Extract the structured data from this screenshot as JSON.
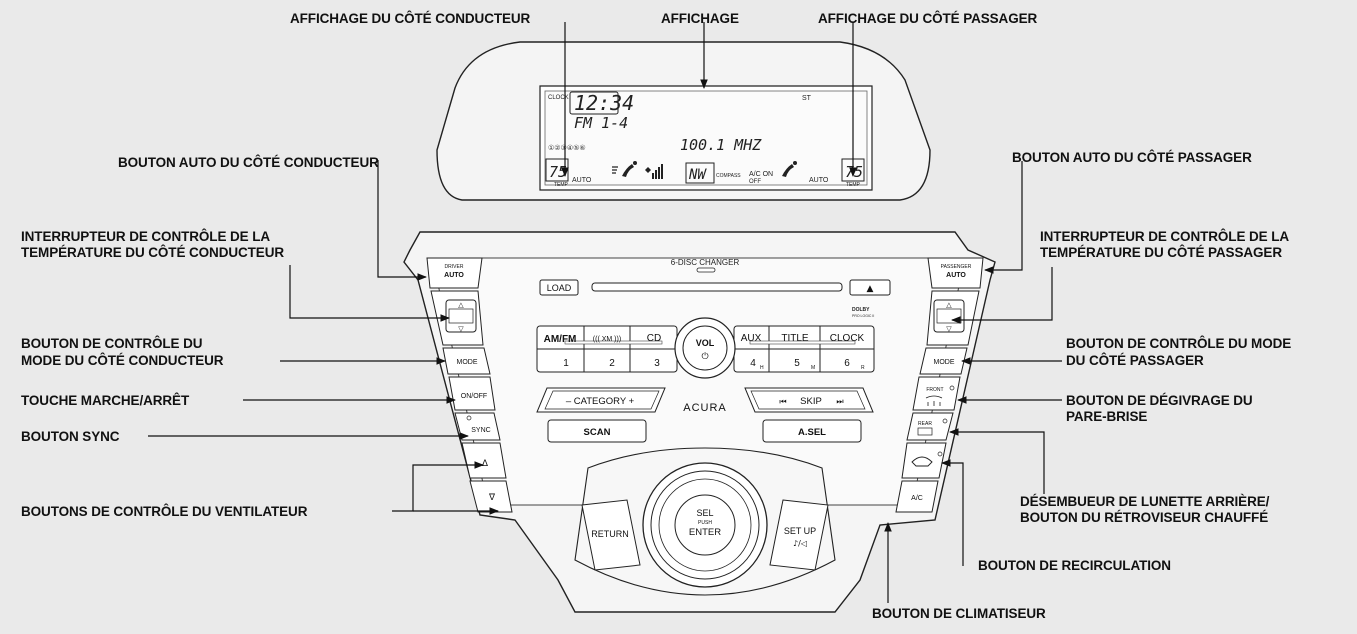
{
  "callouts": {
    "driver_display": "AFFICHAGE DU CÔTÉ CONDUCTEUR",
    "display": "AFFICHAGE",
    "passenger_display": "AFFICHAGE DU CÔTÉ PASSAGER",
    "driver_auto": "BOUTON AUTO DU CÔTÉ CONDUCTEUR",
    "passenger_auto": "BOUTON AUTO DU CÔTÉ PASSAGER",
    "driver_temp_1": "INTERRUPTEUR DE CONTRÔLE DE LA",
    "driver_temp_2": "TEMPÉRATURE DU CÔTÉ CONDUCTEUR",
    "passenger_temp_1": "INTERRUPTEUR DE CONTRÔLE DE LA",
    "passenger_temp_2": "TEMPÉRATURE DU CÔTÉ PASSAGER",
    "driver_mode_1": "BOUTON DE CONTRÔLE DU",
    "driver_mode_2": "MODE DU CÔTÉ CONDUCTEUR",
    "passenger_mode_1": "BOUTON DE CONTRÔLE DU MODE",
    "passenger_mode_2": "DU CÔTÉ PASSAGER",
    "onoff": "TOUCHE MARCHE/ARRÊT",
    "sync": "BOUTON SYNC",
    "fan": "BOUTONS DE CONTRÔLE DU VENTILATEUR",
    "defrost_1": "BOUTON DE DÉGIVRAGE DU",
    "defrost_2": "PARE-BRISE",
    "rear_defog_1": "DÉSEMBUEUR DE LUNETTE ARRIÈRE/",
    "rear_defog_2": "BOUTON DU RÉTROVISEUR CHAUFFÉ",
    "recirc": "BOUTON DE RECIRCULATION",
    "ac": "BOUTON DE CLIMATISEUR"
  },
  "screen": {
    "clock_label": "CLOCK",
    "time": "12:34",
    "st": "ST",
    "band": "FM 1-4",
    "freq": "100.1 MHZ",
    "presets": "①②③④⑤⑥",
    "temp_left": "75",
    "temp_right": "75",
    "temp_label": "TEMP",
    "auto": "AUTO",
    "compass": "NW",
    "compass_label": "COMPASS",
    "ac_on": "A/C ON",
    "off": "OFF"
  },
  "panel": {
    "changer": "6-DISC CHANGER",
    "load": "LOAD",
    "eject": "▲",
    "dolby": "DOLBY",
    "dolby_sub": "PRO LOGIC II",
    "brand": "ACURA",
    "am_fm": "AM/FM",
    "xm": "((( XM )))",
    "cd": "CD",
    "aux": "AUX",
    "title": "TITLE",
    "clock": "CLOCK",
    "p1": "1",
    "p2": "2",
    "p3": "3",
    "p4": "4",
    "p5": "5",
    "p6": "6",
    "h": "H",
    "m": "M",
    "r": "R",
    "vol": "VOL",
    "power": "⏻",
    "category": "– CATEGORY +",
    "skip": "SKIP",
    "skip_prev": "⏮",
    "skip_next": "⏭",
    "scan": "SCAN",
    "asel": "A.SEL",
    "return": "RETURN",
    "sel": "SEL",
    "push": "PUSH",
    "enter": "ENTER",
    "setup": "SET UP",
    "setup_sub": "♪/◁",
    "driver": "DRIVER",
    "passenger": "PASSENGER",
    "auto": "AUTO",
    "up": "△",
    "down": "▽",
    "mode": "MODE",
    "onoff": "ON/OFF",
    "sync": "SYNC",
    "fan_up": "Δ",
    "fan_down": "∇",
    "front": "FRONT",
    "rear": "REAR",
    "ac": "A/C"
  }
}
